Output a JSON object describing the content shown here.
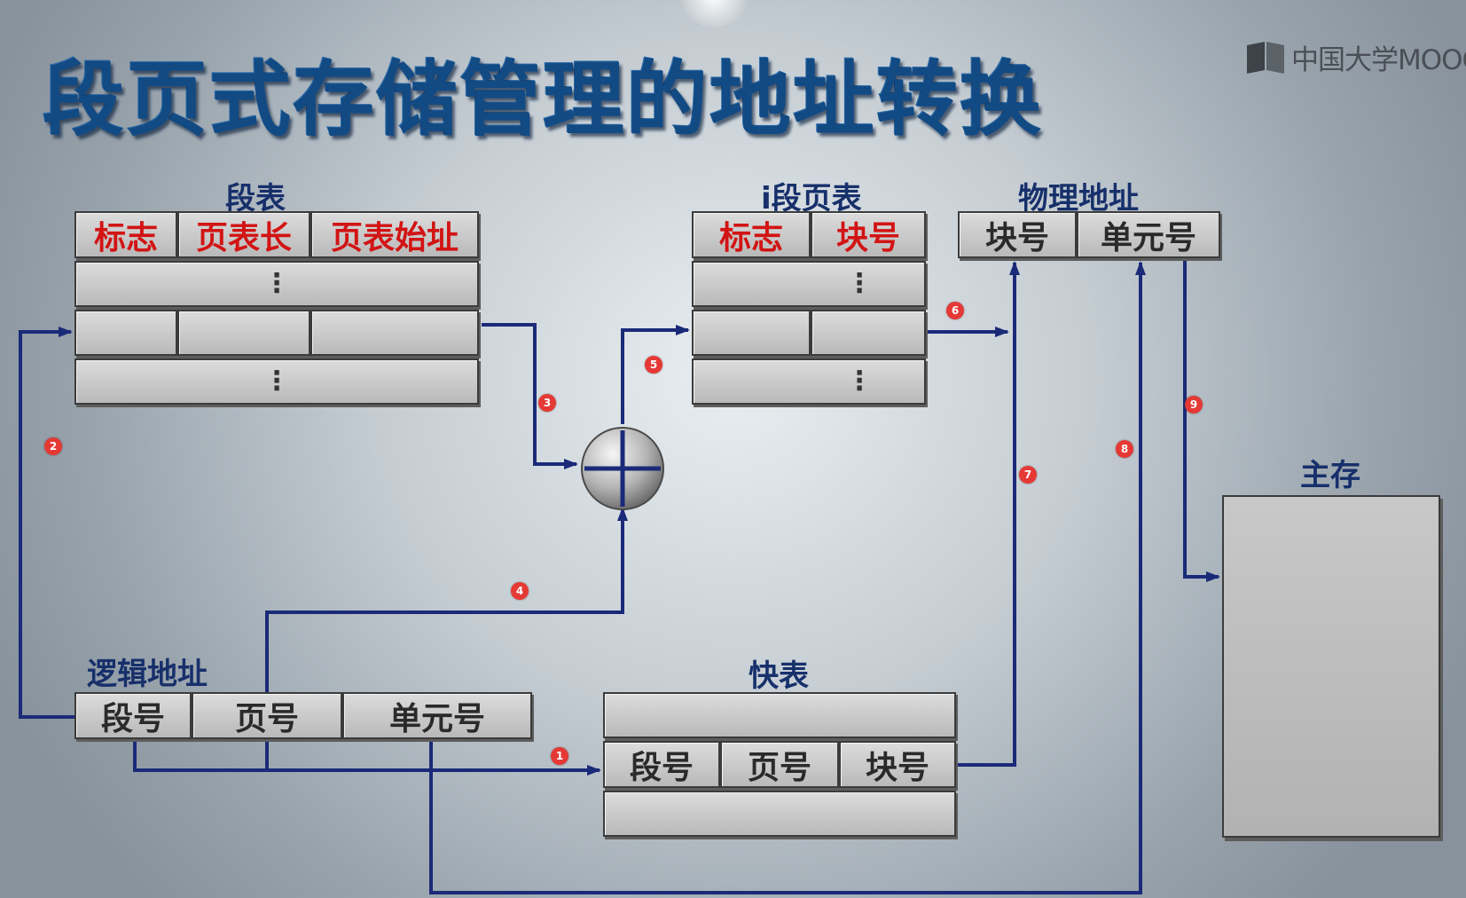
{
  "title": "段页式存储管理的地址转换",
  "logo": {
    "text": "中国大学MOOC"
  },
  "headings": {
    "segment_table": "段表",
    "page_table": "i段页表",
    "physical_address": "物理地址",
    "logical_address": "逻辑地址",
    "fast_table": "快表",
    "main_memory": "主存"
  },
  "segment_table": {
    "columns": [
      "标志",
      "页表长",
      "页表始址"
    ]
  },
  "page_table": {
    "columns": [
      "标志",
      "块号"
    ]
  },
  "physical_address": {
    "fields": [
      "块号",
      "单元号"
    ]
  },
  "logical_address": {
    "fields": [
      "段号",
      "页号",
      "单元号"
    ]
  },
  "fast_table": {
    "fields": [
      "段号",
      "页号",
      "块号"
    ]
  },
  "steps": [
    "1",
    "2",
    "3",
    "4",
    "5",
    "6",
    "7",
    "8",
    "9"
  ],
  "colors": {
    "wire": "#1b2a78",
    "title": "#124a84",
    "header_text": "#d21414"
  }
}
